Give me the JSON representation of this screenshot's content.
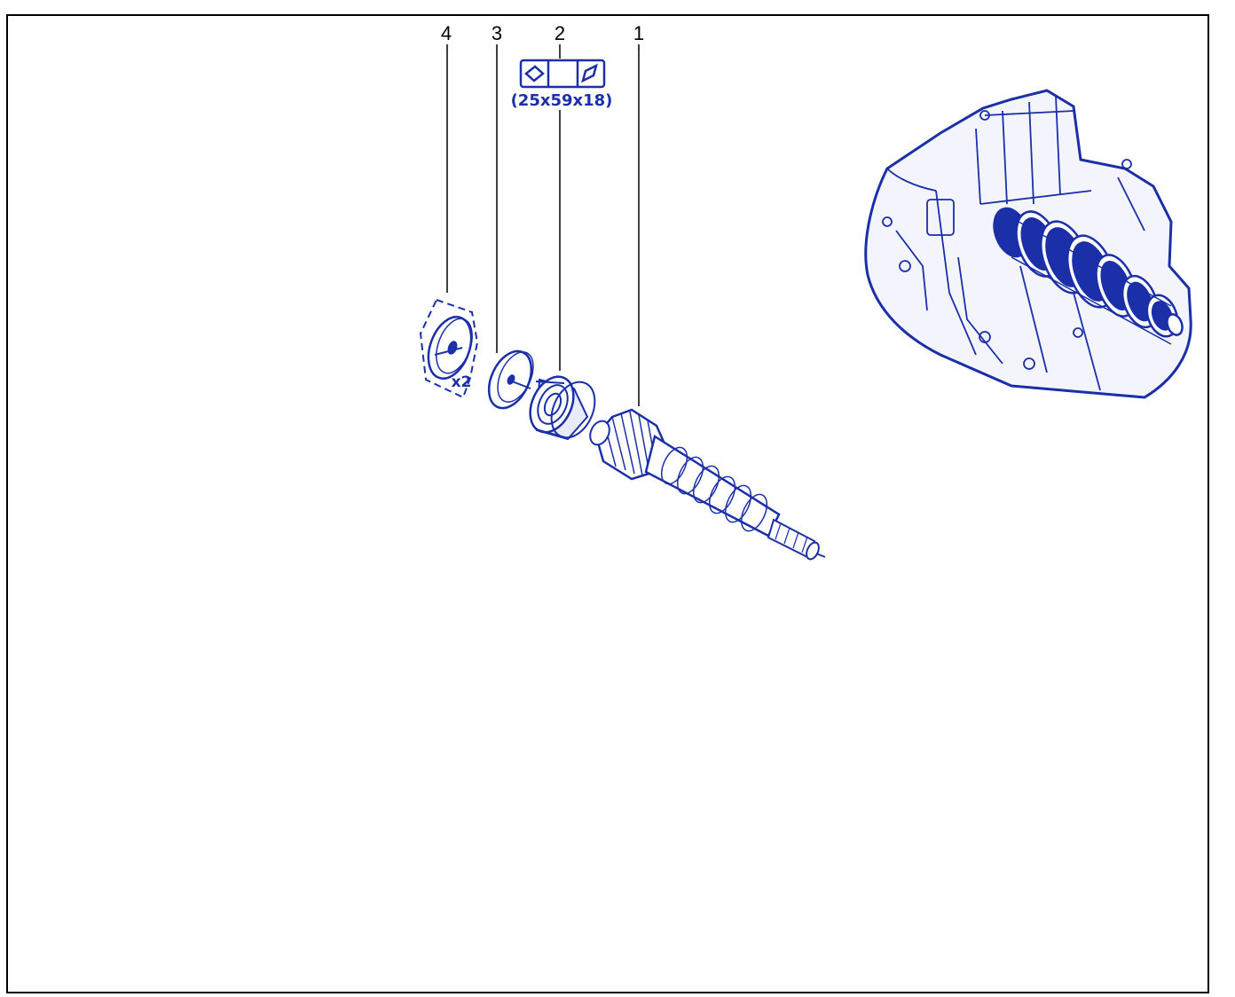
{
  "colors": {
    "ink": "#1a2fa8",
    "lead": "#000000",
    "frame": "#000000",
    "bg": "#ffffff"
  },
  "callouts": [
    {
      "number": "1",
      "part": "input-shaft"
    },
    {
      "number": "2",
      "part": "bearing"
    },
    {
      "number": "3",
      "part": "shim"
    },
    {
      "number": "4",
      "part": "shim-set"
    }
  ],
  "bearing_spec": {
    "dimensions": "(25x59x18)",
    "symbol": "bearing-mount-symbol"
  },
  "shim_quantity": "x2",
  "icons": [
    "gearbox-assembly-icon",
    "input-shaft-icon",
    "bearing-icon",
    "shim-icon",
    "shim-set-icon",
    "bearing-mount-symbol-icon"
  ]
}
